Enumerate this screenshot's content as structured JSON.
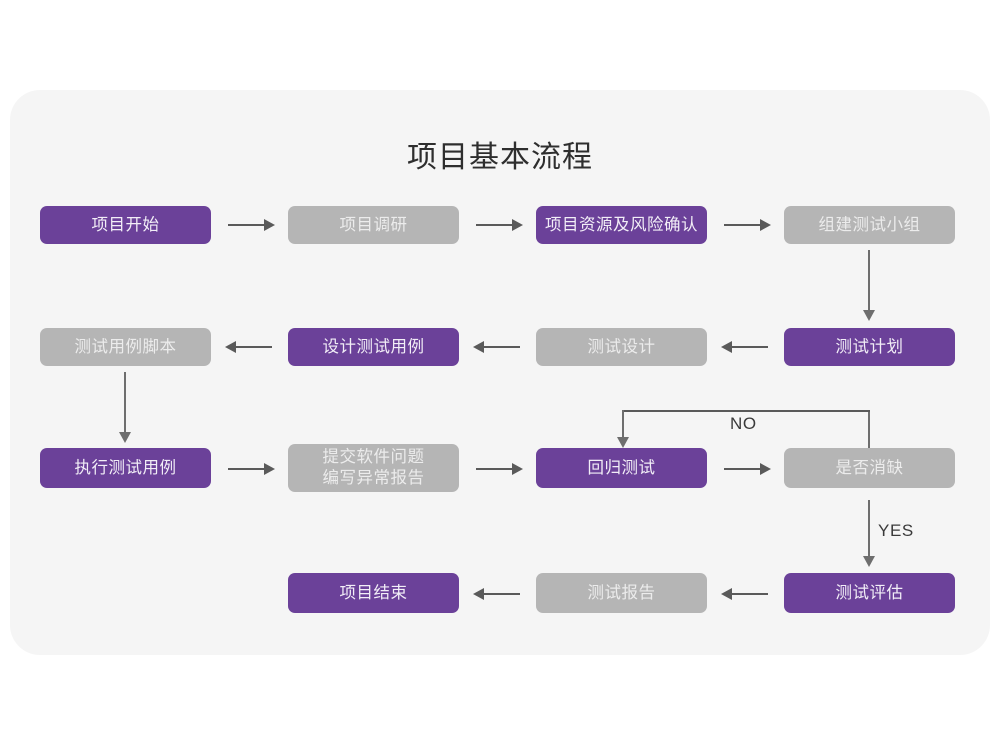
{
  "page": {
    "title": "项目基本流程",
    "background_color": "#ffffff",
    "card_color": "#f5f5f5"
  },
  "theme": {
    "accent_purple": "#6B4199",
    "muted_gray": "#b5b5b5",
    "arrow_color": "#5a5a5a",
    "text_on_purple": "#f2eef7",
    "text_on_gray": "#ececec",
    "title_color": "#2e2e2e"
  },
  "chart_data": {
    "type": "diagram",
    "title": "项目基本流程",
    "nodes": [
      {
        "id": "n1",
        "label": "项目开始",
        "style": "purple",
        "row": 1,
        "col": 1
      },
      {
        "id": "n2",
        "label": "项目调研",
        "style": "gray",
        "row": 1,
        "col": 2
      },
      {
        "id": "n3",
        "label": "项目资源及风险确认",
        "style": "purple",
        "row": 1,
        "col": 3
      },
      {
        "id": "n4",
        "label": "组建测试小组",
        "style": "gray",
        "row": 1,
        "col": 4
      },
      {
        "id": "n5",
        "label": "测试用例脚本",
        "style": "gray",
        "row": 2,
        "col": 1
      },
      {
        "id": "n6",
        "label": "设计测试用例",
        "style": "purple",
        "row": 2,
        "col": 2
      },
      {
        "id": "n7",
        "label": "测试设计",
        "style": "gray",
        "row": 2,
        "col": 3
      },
      {
        "id": "n8",
        "label": "测试计划",
        "style": "purple",
        "row": 2,
        "col": 4
      },
      {
        "id": "n9",
        "label": "执行测试用例",
        "style": "purple",
        "row": 3,
        "col": 1
      },
      {
        "id": "n10",
        "label_line1": "提交软件问题",
        "label_line2": "编写异常报告",
        "style": "gray",
        "row": 3,
        "col": 2
      },
      {
        "id": "n11",
        "label": "回归测试",
        "style": "purple",
        "row": 3,
        "col": 3
      },
      {
        "id": "n12",
        "label": "是否消缺",
        "style": "gray",
        "row": 3,
        "col": 4
      },
      {
        "id": "n13",
        "label": "项目结束",
        "style": "purple",
        "row": 4,
        "col": 2
      },
      {
        "id": "n14",
        "label": "测试报告",
        "style": "gray",
        "row": 4,
        "col": 3
      },
      {
        "id": "n15",
        "label": "测试评估",
        "style": "purple",
        "row": 4,
        "col": 4
      }
    ],
    "edges": [
      {
        "from": "n1",
        "to": "n2",
        "direction": "right",
        "label": ""
      },
      {
        "from": "n2",
        "to": "n3",
        "direction": "right",
        "label": ""
      },
      {
        "from": "n3",
        "to": "n4",
        "direction": "right",
        "label": ""
      },
      {
        "from": "n4",
        "to": "n8",
        "direction": "down",
        "label": ""
      },
      {
        "from": "n8",
        "to": "n7",
        "direction": "left",
        "label": ""
      },
      {
        "from": "n7",
        "to": "n6",
        "direction": "left",
        "label": ""
      },
      {
        "from": "n6",
        "to": "n5",
        "direction": "left",
        "label": ""
      },
      {
        "from": "n5",
        "to": "n9",
        "direction": "down",
        "label": ""
      },
      {
        "from": "n9",
        "to": "n10",
        "direction": "right",
        "label": ""
      },
      {
        "from": "n10",
        "to": "n11",
        "direction": "right",
        "label": ""
      },
      {
        "from": "n11",
        "to": "n12",
        "direction": "right",
        "label": ""
      },
      {
        "from": "n12",
        "to": "n11",
        "direction": "loop-up-left",
        "label": "NO"
      },
      {
        "from": "n12",
        "to": "n15",
        "direction": "down",
        "label": "YES"
      },
      {
        "from": "n15",
        "to": "n14",
        "direction": "left",
        "label": ""
      },
      {
        "from": "n14",
        "to": "n13",
        "direction": "left",
        "label": ""
      }
    ],
    "edge_labels": {
      "no": "NO",
      "yes": "YES"
    }
  }
}
